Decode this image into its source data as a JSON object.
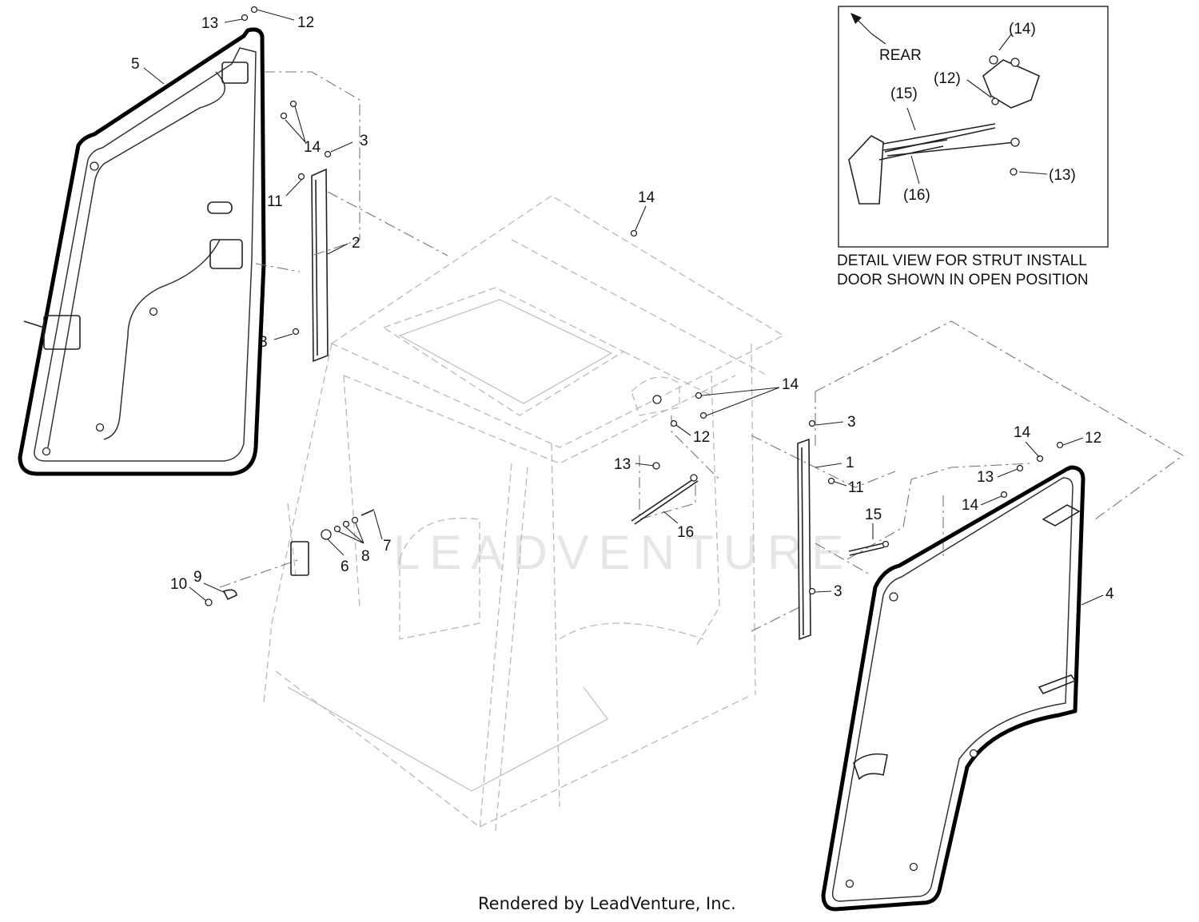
{
  "detail": {
    "rear_label": "REAR",
    "caption_line1": "DETAIL VIEW FOR STRUT INSTALL",
    "caption_line2": "DOOR SHOWN IN OPEN POSITION",
    "callouts": [
      "(14)",
      "(12)",
      "(15)",
      "(16)",
      "(13)"
    ]
  },
  "callouts": [
    "13",
    "12",
    "5",
    "14",
    "3",
    "11",
    "2",
    "3",
    "14",
    "14",
    "12",
    "3",
    "13",
    "1",
    "11",
    "14",
    "12",
    "13",
    "14",
    "15",
    "16",
    "7",
    "8",
    "6",
    "9",
    "10",
    "3",
    "4"
  ],
  "watermark": "LEADVENTURE",
  "footer": "Rendered by LeadVenture, Inc."
}
